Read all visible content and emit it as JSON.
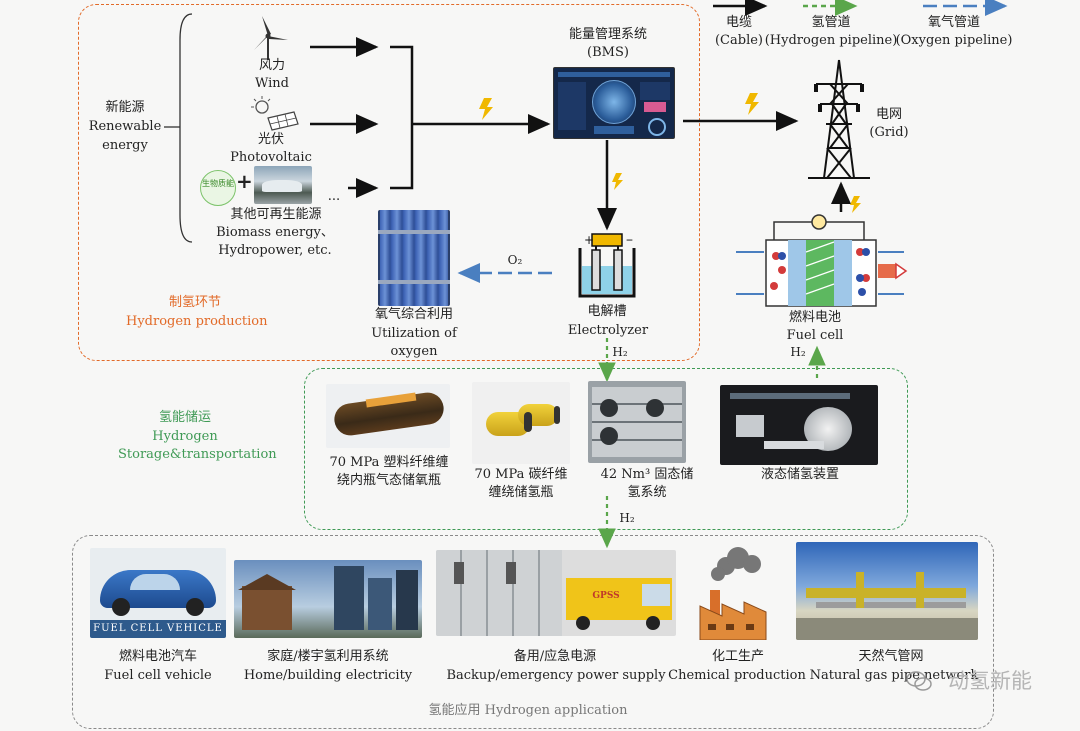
{
  "legend": {
    "cable": "电缆\n(Cable)",
    "hydrogen_pipeline": "氢管道\n(Hydrogen pipeline)",
    "oxygen_pipeline": "氧气管道\n(Oxygen pipeline)"
  },
  "production": {
    "section_label_cn": "制氢环节",
    "section_label_en": "Hydrogen production",
    "renewable_cn": "新能源",
    "renewable_en1": "Renewable",
    "renewable_en2": "energy",
    "wind_cn": "风力",
    "wind_en": "Wind",
    "pv_cn": "光伏",
    "pv_en": "Photovoltaic",
    "biomass_badge": "生物质能",
    "ellipsis": "...",
    "other_cn": "其他可再生能源",
    "other_en1": "Biomass energy、",
    "other_en2": "Hydropower, etc.",
    "bms_cn": "能量管理系统",
    "bms_en": "(BMS)",
    "grid_cn": "电网",
    "grid_en": "(Grid)",
    "electrolyzer_cn": "电解槽",
    "electrolyzer_en": "Electrolyzer",
    "o2": "O₂",
    "oxygen_cn": "氧气综合利用",
    "oxygen_en1": "Utilization of",
    "oxygen_en2": "oxygen",
    "fuel_cell_cn": "燃料电池",
    "fuel_cell_en": "Fuel cell",
    "h2_a": "H₂",
    "h2_b": "H₂"
  },
  "storage": {
    "section_label_cn": "氢能储运",
    "section_label_en1": "Hydrogen",
    "section_label_en2": "Storage&transportation",
    "item1": "70 MPa 塑料纤维缠\n绕内瓶气态储氧瓶",
    "item2": "70 MPa 碳纤维\n缠绕储氢瓶",
    "item3": "42 Nm³ 固态储\n氢系统",
    "item4": "液态储氢装置",
    "h2_c": "H₂"
  },
  "application": {
    "section_label": "氢能应用 Hydrogen application",
    "car_banner": "FUEL CELL VEHICLE",
    "truck_label": "GPSS",
    "vehicle_cn": "燃料电池汽车",
    "vehicle_en": "Fuel cell vehicle",
    "home_cn": "家庭/楼宇氢利用系统",
    "home_en": "Home/building electricity",
    "backup_cn": "备用/应急电源",
    "backup_en": "Backup/emergency power supply",
    "chem_cn": "化工生产",
    "chem_en": "Chemical production",
    "gas_cn": "天然气管网",
    "gas_en": "Natural gas pipe network"
  },
  "watermark": "动氢新能",
  "colors": {
    "orange_border": "#e26a28",
    "green_border": "#3f9a55",
    "grey_border": "#8a8a8a",
    "hydrogen_arrow": "#5aa64a",
    "oxygen_arrow": "#4a7fc0",
    "lightning": "#f0b800"
  }
}
